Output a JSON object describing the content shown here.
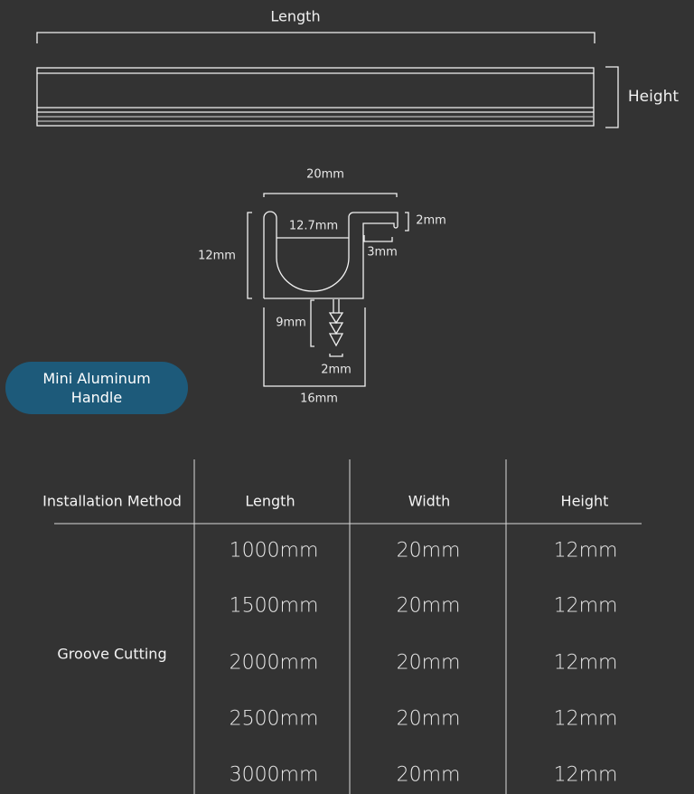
{
  "top_view": {
    "length_label": "Length",
    "height_label": "Height"
  },
  "profile": {
    "width_label": "20mm",
    "inner_label": "12.7mm",
    "lip_label": "2mm",
    "lip_depth_label": "3mm",
    "height_label": "12mm",
    "fin_label": "9mm",
    "fin_width_label": "2mm",
    "groove_label": "16mm"
  },
  "product_badge": {
    "line1": "Mini Aluminum",
    "line2": "Handle",
    "color": "#1d5a7a"
  },
  "table": {
    "headers": [
      "Installation Method",
      "Length",
      "Width",
      "Height"
    ],
    "method": "Groove Cutting",
    "rows": [
      [
        "1000mm",
        "20mm",
        "12mm"
      ],
      [
        "1500mm",
        "20mm",
        "12mm"
      ],
      [
        "2000mm",
        "20mm",
        "12mm"
      ],
      [
        "2500mm",
        "20mm",
        "12mm"
      ],
      [
        "3000mm",
        "20mm",
        "12mm"
      ]
    ]
  }
}
